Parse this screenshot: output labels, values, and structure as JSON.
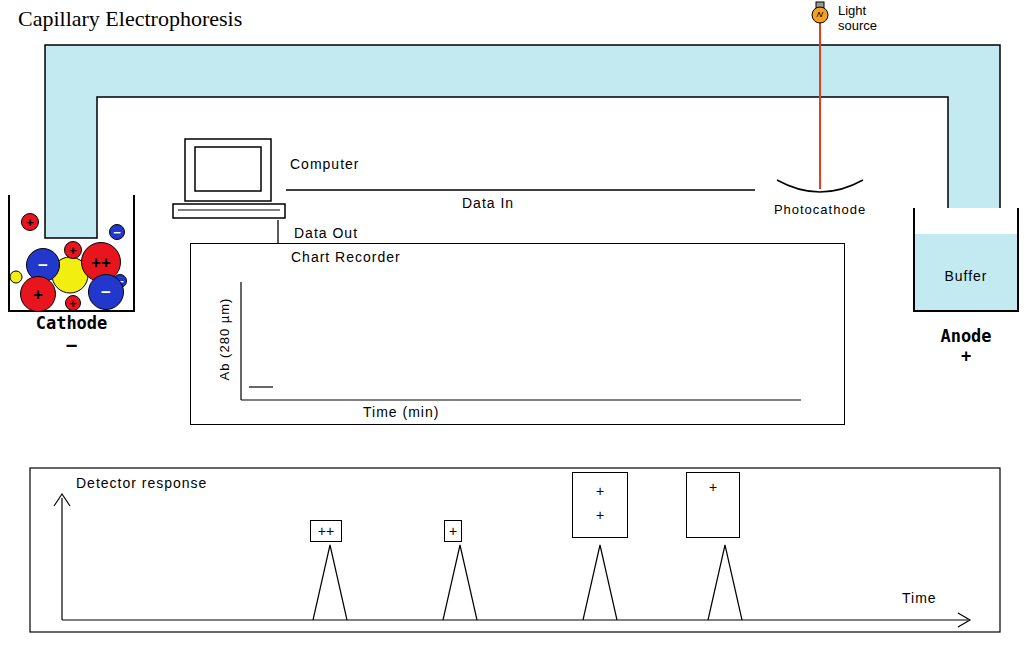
{
  "diagram": {
    "title": "Capillary Electrophoresis",
    "nodes": [
      {
        "text": [
          "Computer"
        ]
      },
      {
        "text": [
          "Photocathode"
        ]
      },
      {
        "text": [
          "Cathode",
          "—"
        ]
      },
      {
        "text": [
          "+"
        ],
        "in": 2
      },
      {
        "text": [
          "−"
        ],
        "in": 2
      },
      {
        "text": [
          "+"
        ],
        "in": 2
      },
      {
        "text": [
          "−"
        ],
        "in": 2
      },
      {
        "text": [
          "++"
        ],
        "in": 2
      },
      {
        "text": [
          "−"
        ],
        "in": 2
      },
      {
        "text": [
          "+"
        ],
        "in": 2
      },
      {
        "text": [
          "+"
        ],
        "in": 2
      },
      {
        "text": [
          "−"
        ],
        "in": 2
      },
      {
        "text": [
          "Buffer",
          "Anode",
          "+"
        ]
      },
      {
        "text": [
          "Chart Recorder",
          "Ab (280 µm)",
          "Time (min)"
        ]
      },
      {
        "text": [
          "++"
        ]
      },
      {
        "text": [
          "+"
        ]
      },
      {
        "text": [
          "+ +"
        ]
      },
      {
        "text": [
          "+"
        ]
      }
    ],
    "edges": [
      {
        "from": 1,
        "to": 0,
        "arrow": "none",
        "label": "Data In"
      },
      {
        "from": 0,
        "to": 13,
        "arrow": "none",
        "label": "Data Out"
      }
    ],
    "labels": [
      "Light source",
      "Detector response",
      "Time"
    ]
  }
}
